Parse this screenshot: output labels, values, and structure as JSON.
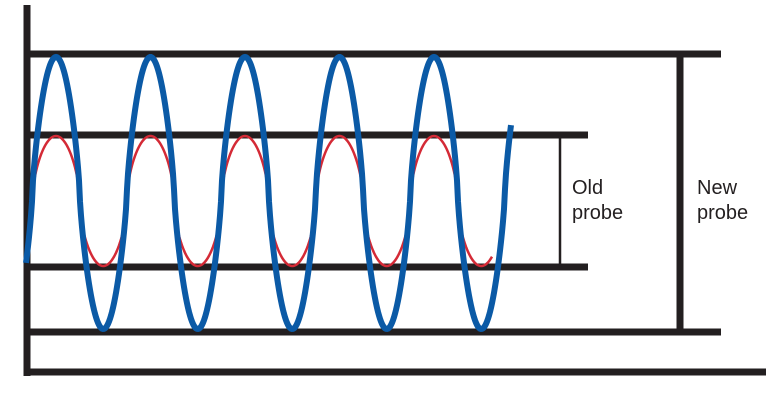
{
  "labels": {
    "old_line1": "Old",
    "old_line2": "probe",
    "new_line1": "New",
    "new_line2": "probe"
  },
  "colors": {
    "old_wave": "#d42a36",
    "new_wave": "#0b5aa6",
    "lines": "#231f20"
  },
  "waves": {
    "cycles": 5
  }
}
